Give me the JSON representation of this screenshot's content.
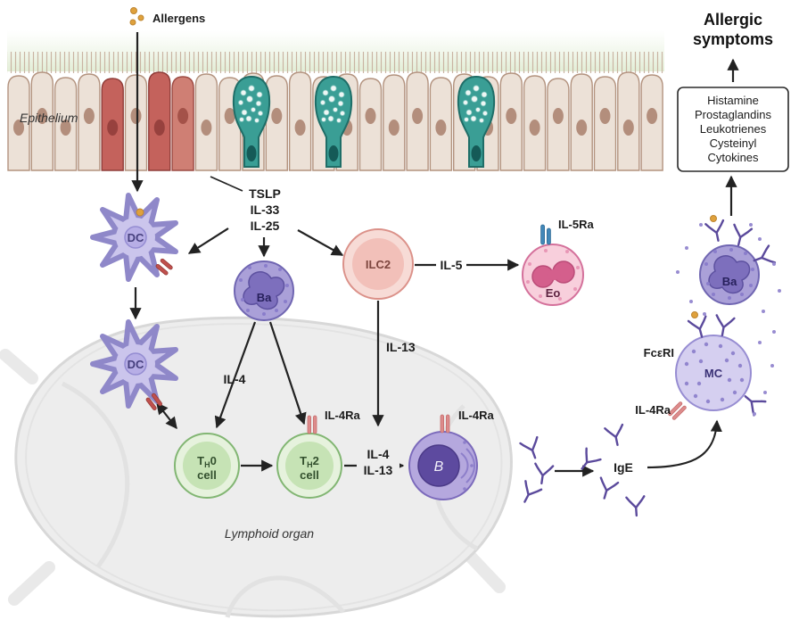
{
  "title": {
    "line1": "Allergic",
    "line2": "symptoms"
  },
  "allergens_label": "Allergens",
  "epithelium_label": "Epithelium",
  "alarmins": {
    "l1": "TSLP",
    "l2": "IL-33",
    "l3": "IL-25"
  },
  "cells": {
    "dc_top": "DC",
    "dc_node": "DC",
    "ba": "Ba",
    "ba_right": "Ba",
    "ilc2": "ILC2",
    "eo": "Eo",
    "mc": "MC",
    "b": "B",
    "th0": {
      "pre": "T",
      "sub": "H",
      "num": "0",
      "line2": "cell"
    },
    "th2": {
      "pre": "T",
      "sub": "H",
      "num": "2",
      "line2": "cell"
    }
  },
  "cytokines": {
    "il5": "IL-5",
    "il13_ilc2": "IL-13",
    "il4_ba": "IL-4",
    "il4_th2": "IL-4",
    "il13_th2": "IL-13"
  },
  "receptors": {
    "il5ra": "IL-5Ra",
    "il4ra_th2": "IL-4Ra",
    "il4ra_b": "IL-4Ra",
    "il4ra_mc": "IL-4Ra",
    "fceri": "FcεRI"
  },
  "ige_label": "IgE",
  "lymphoid_label": "Lymphoid organ",
  "mediators": [
    "Histamine",
    "Prostaglandins",
    "Leukotrienes",
    "Cysteinyl",
    "Cytokines"
  ],
  "colors": {
    "epithelium": "#ece1d7",
    "damaged_cell": "#c4625c",
    "goblet_cell": "#3a9e95",
    "dendritic": "#cbc5ec",
    "basophil": "#aaa0d8",
    "ilc2": "#f2c0b9",
    "eosinophil": "#f8cfdc",
    "t_cell": "#c6e3b5",
    "b_nucleus": "#5d4a9f",
    "mast_cell": "#d5cff0",
    "antibody": "#5b4a9c",
    "allergen": "#dfa13c",
    "receptor_pink": "#dd8b8b",
    "receptor_blue": "#4187b8",
    "lymphoid": "#ededed",
    "arrow": "#222222"
  }
}
